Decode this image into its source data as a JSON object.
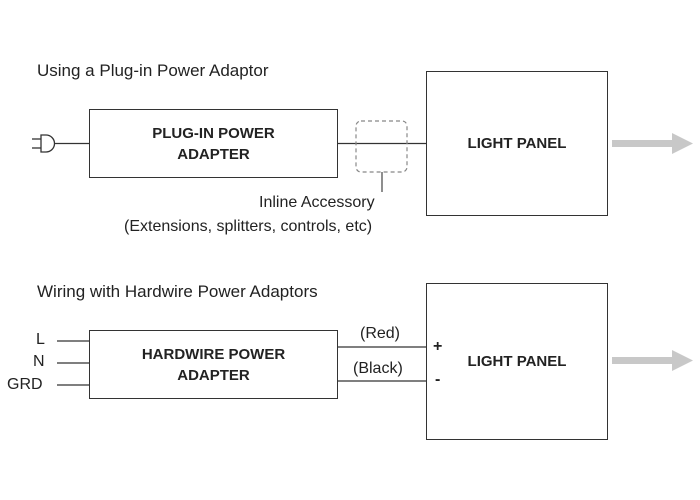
{
  "section1": {
    "title": "Using a Plug-in Power Adaptor",
    "adapter": {
      "line1": "PLUG-IN POWER",
      "line2": "ADAPTER"
    },
    "panel": "LIGHT PANEL",
    "accessory": {
      "line1": "Inline Accessory",
      "line2": "(Extensions, splitters, controls, etc)"
    }
  },
  "section2": {
    "title": "Wiring with Hardwire Power Adaptors",
    "adapter": {
      "line1": "HARDWIRE POWER",
      "line2": "ADAPTER"
    },
    "panel": "LIGHT PANEL",
    "inputs": [
      "L",
      "N",
      "GRD"
    ],
    "wire_red": "(Red)",
    "wire_black": "(Black)",
    "plus": "+",
    "minus": "-"
  },
  "icons": [
    "plug-icon",
    "arrow-right-icon"
  ],
  "colors": {
    "line": "#333333",
    "arrow": "#c8c8c8",
    "dashed": "#888888"
  }
}
